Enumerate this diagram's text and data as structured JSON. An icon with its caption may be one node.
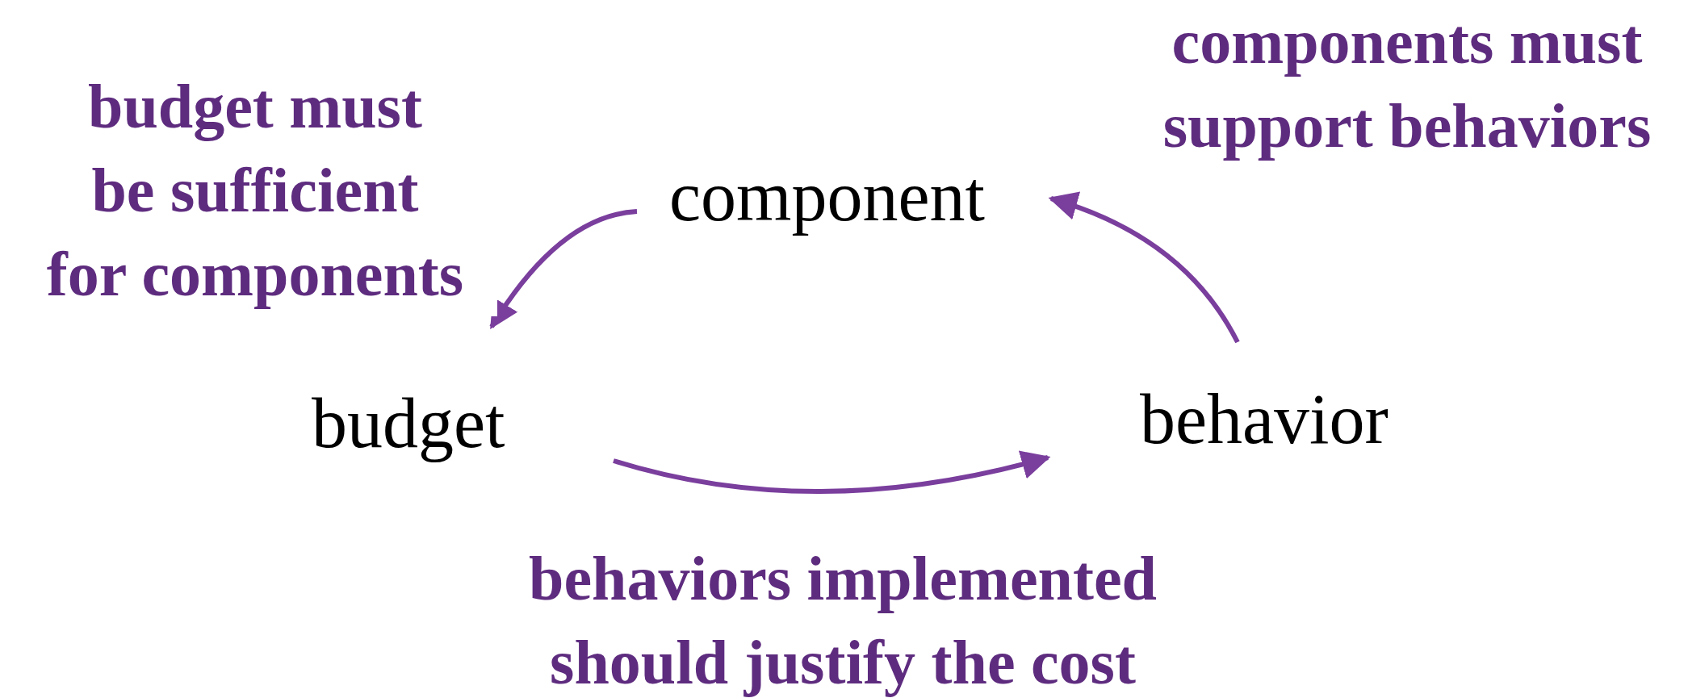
{
  "diagram": {
    "nodes": [
      {
        "text": [
          "component"
        ]
      },
      {
        "text": [
          "budget"
        ]
      },
      {
        "text": [
          "behavior"
        ]
      }
    ],
    "edges": [
      {
        "from": 0,
        "to": 1,
        "arrow": "to",
        "label": "budget must be sufficient for components"
      },
      {
        "from": 2,
        "to": 0,
        "arrow": "to",
        "label": "components must support behaviors"
      },
      {
        "from": 1,
        "to": 2,
        "arrow": "to",
        "label": "behaviors implemented should justify the cost"
      }
    ]
  }
}
